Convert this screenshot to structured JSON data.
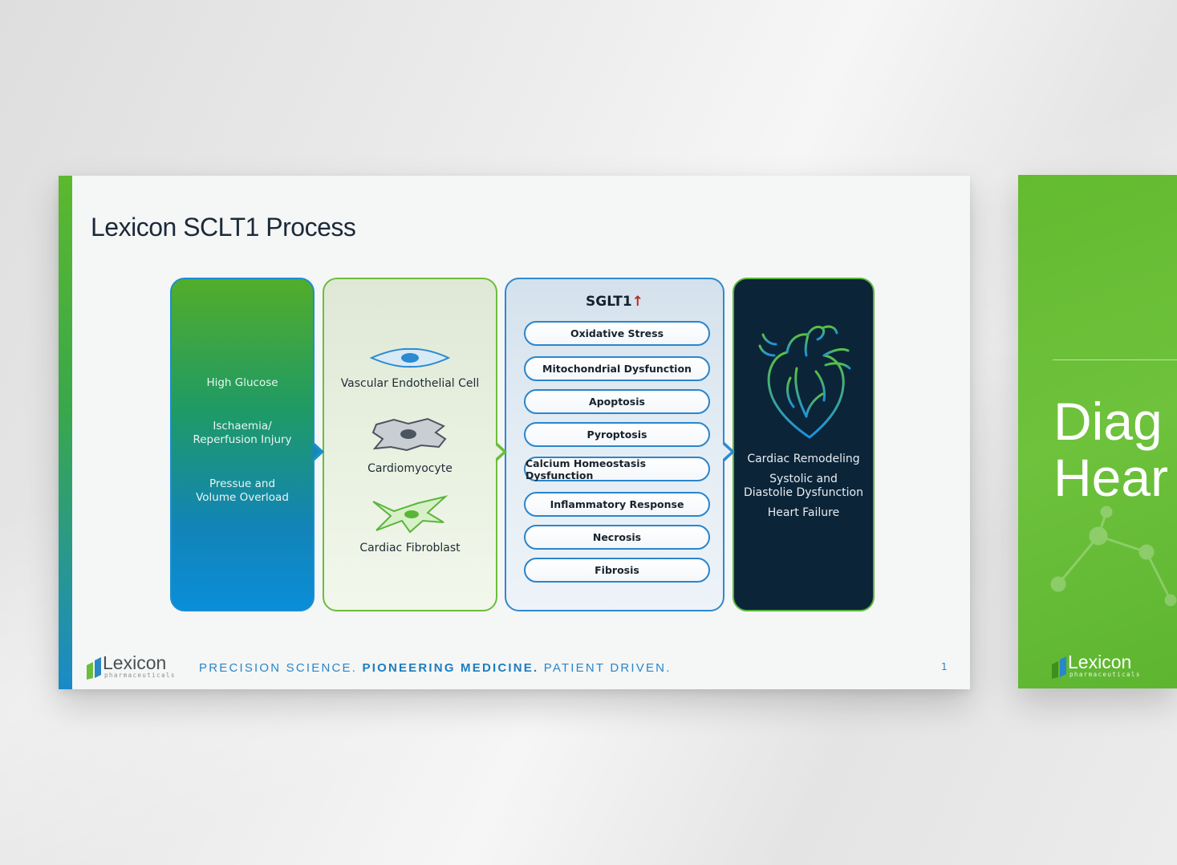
{
  "slide1": {
    "title": "Lexicon SCLT1 Process",
    "panel1": {
      "items": [
        "High Glucose",
        "Ischaemia/",
        "Reperfusion Injury",
        "Pressue and",
        "Volume Overload"
      ]
    },
    "panel2": {
      "cells": [
        "Vascular Endothelial Cell",
        "Cardiomyocyte",
        "Cardiac Fibroblast"
      ]
    },
    "panel3": {
      "title": "SGLT1",
      "arrow": "↑",
      "items": [
        "Oxidative Stress",
        "Mitochondrial Dysfunction",
        "Apoptosis",
        "Pyroptosis",
        "Calcium Homeostasis Dysfunction",
        "Inflammatory Response",
        "Necrosis",
        "Fibrosis"
      ]
    },
    "panel4": {
      "items": [
        "Cardiac Remodeling",
        "Systolic and",
        "Diastolie Dysfunction",
        "Heart Failure"
      ]
    },
    "footer": {
      "logo_word": "Lexicon",
      "logo_sub": "pharmaceuticals",
      "tagline_1": "PRECISION SCIENCE. ",
      "tagline_2": "PIONEERING MEDICINE.",
      "tagline_3": " PATIENT DRIVEN.",
      "page_number": "1"
    }
  },
  "slide2": {
    "title_line1": "Diag",
    "title_line2": "Hear",
    "logo_word": "Lexicon",
    "logo_sub": "pharmaceuticals"
  },
  "colors": {
    "brand_green": "#63bb2f",
    "brand_blue": "#2a86c6",
    "dark_navy": "#0b2438",
    "alert_red": "#c0281e"
  }
}
